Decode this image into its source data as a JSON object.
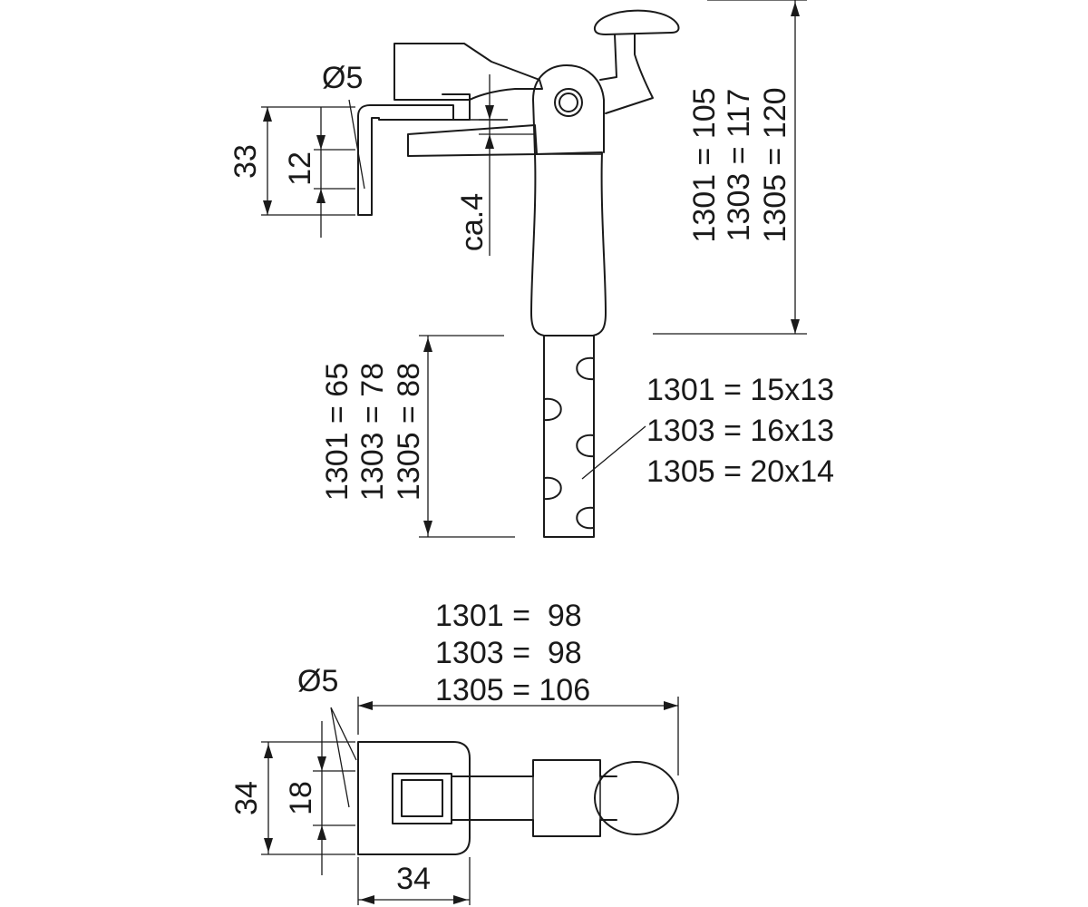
{
  "side_view": {
    "hole_diameter": "Ø5",
    "height_total": "33",
    "height_inner": "12",
    "gap": "ca.4",
    "body_heights": [
      "1301 = 105",
      "1303 = 117",
      "1305 = 120"
    ],
    "pin_lengths": [
      "1301 = 65",
      "1303 = 78",
      "1305 = 88"
    ],
    "pin_sizes": [
      "1301 = 15x13",
      "1303 = 16x13",
      "1305 = 20x14"
    ]
  },
  "top_view": {
    "overall_lengths": [
      "1301 =  98",
      "1303 =  98",
      "1305 = 106"
    ],
    "hole_diameter": "Ø5",
    "plate_height": "34",
    "hole_spacing": "18",
    "plate_width": "34"
  }
}
